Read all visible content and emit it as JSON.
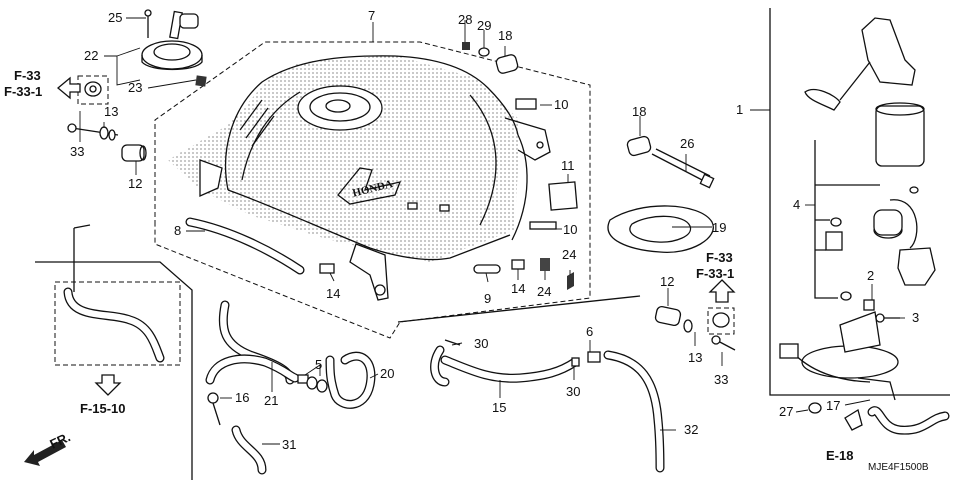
{
  "diagram": {
    "part_labels": [
      "1",
      "2",
      "3",
      "4",
      "5",
      "6",
      "7",
      "8",
      "9",
      "10",
      "10",
      "11",
      "12",
      "12",
      "13",
      "13",
      "14",
      "14",
      "15",
      "16",
      "17",
      "18",
      "18",
      "19",
      "20",
      "21",
      "22",
      "23",
      "24",
      "24",
      "25",
      "26",
      "27",
      "28",
      "29",
      "30",
      "30",
      "31",
      "32",
      "33",
      "33"
    ],
    "references": {
      "f33_left": "F-33",
      "f331_left": "F-33-1",
      "f33_right": "F-33",
      "f331_right": "F-33-1",
      "f1510": "F-15-10",
      "e18": "E-18",
      "front": "FR."
    },
    "tank_brand": "HONDA",
    "diagram_code": "MJE4F1500B"
  }
}
